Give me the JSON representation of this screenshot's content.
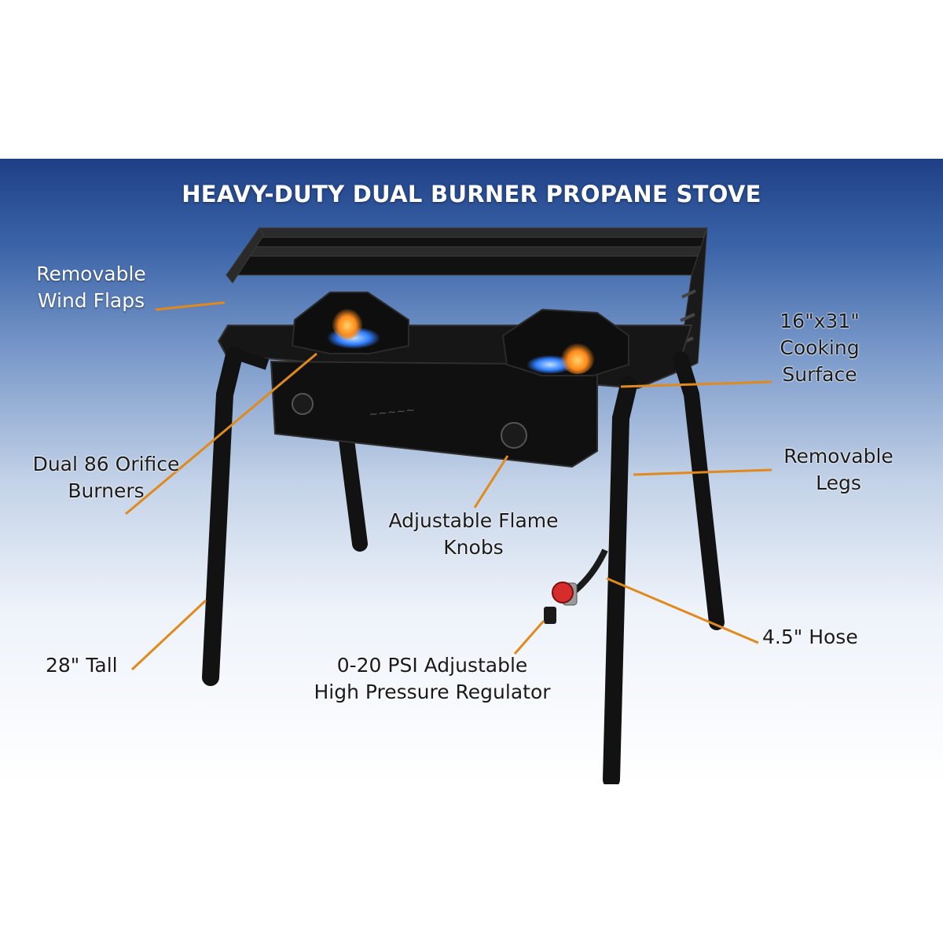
{
  "title": "HEAVY-DUTY DUAL BURNER PROPANE STOVE",
  "callouts": {
    "wind_flaps": [
      "Removable",
      "Wind Flaps"
    ],
    "cooking_surface": [
      "16\"x31\"",
      "Cooking",
      "Surface"
    ],
    "burners": [
      "Dual 86 Orifice",
      "Burners"
    ],
    "legs": [
      "Removable",
      "Legs"
    ],
    "knobs": [
      "Adjustable Flame",
      "Knobs"
    ],
    "tall": "28\" Tall",
    "hose": "4.5\" Hose",
    "regulator": [
      "0-20 PSI Adjustable",
      "High Pressure Regulator"
    ]
  },
  "colors": {
    "banner_top": "#1e3f86",
    "leader_line": "#e08a1e",
    "stove": "#141414",
    "flame_blue": "#2f7dff",
    "flame_orange": "#ff8a1a"
  }
}
